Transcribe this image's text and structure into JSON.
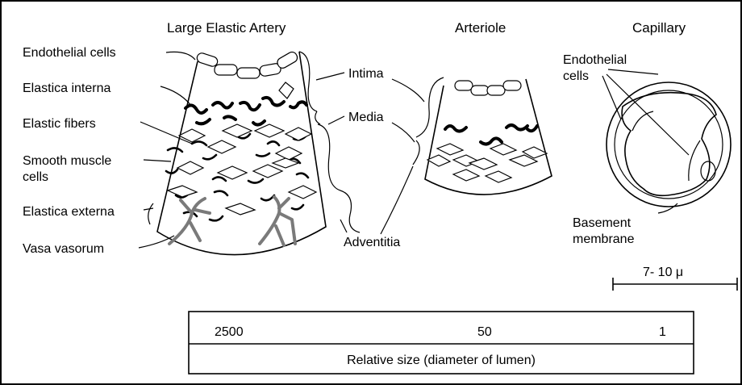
{
  "titles": {
    "artery": "Large Elastic Artery",
    "arteriole": "Arteriole",
    "capillary": "Capillary"
  },
  "left_labels": {
    "endothelial": "Endothelial cells",
    "elastica_interna": "Elastica interna",
    "elastic_fibers": "Elastic fibers",
    "smooth_muscle_line1": "Smooth muscle",
    "smooth_muscle_line2": "cells",
    "elastica_externa": "Elastica externa",
    "vasa_vasorum": "Vasa vasorum"
  },
  "layer_labels": {
    "intima": "Intima",
    "media": "Media",
    "adventitia": "Adventitia"
  },
  "capillary_labels": {
    "endothelial_line1": "Endothelial",
    "endothelial_line2": "cells",
    "basement_line1": "Basement",
    "basement_line2": "membrane"
  },
  "scale_bar": "7- 10 μ",
  "size_table": {
    "values": [
      "2500",
      "50",
      "1"
    ],
    "caption": "Relative size (diameter of lumen)"
  },
  "colors": {
    "line": "#000000",
    "vasa_vasorum": "#7a7a7a"
  }
}
